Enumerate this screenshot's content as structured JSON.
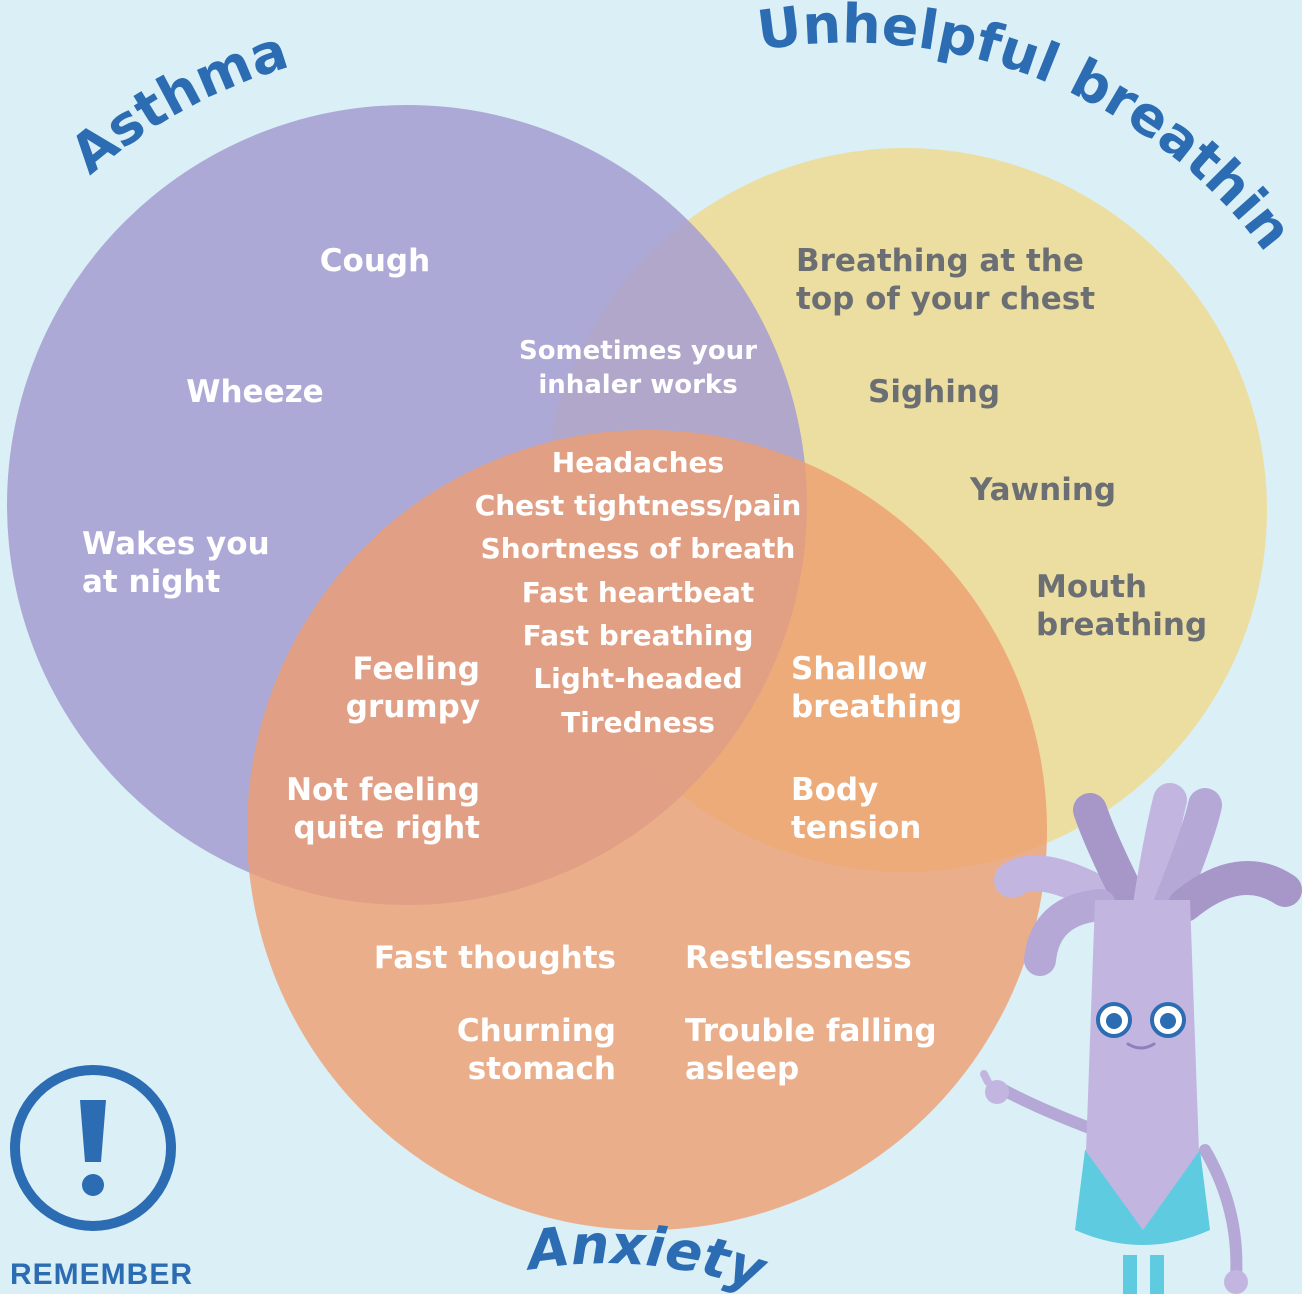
{
  "titles": {
    "asthma": "Asthma",
    "unhelpful": "Unhelpful breathing",
    "anxiety": "Anxiety"
  },
  "colors": {
    "background": "#daeff6",
    "asthma": "#ada5cc",
    "unhelpful": "#ecdea0",
    "anxiety": "#e6aa8b",
    "title_blue": "#2b6cb3"
  },
  "asthma_only": {
    "cough": "Cough",
    "wheeze": "Wheeze",
    "wakes": "Wakes you\nat night"
  },
  "asthma_unhelpful": {
    "inhaler": "Sometimes your\ninhaler works"
  },
  "unhelpful_only": {
    "top_chest": "Breathing at the\ntop of your chest",
    "sighing": "Sighing",
    "yawning": "Yawning",
    "mouth": "Mouth\nbreathing"
  },
  "center": [
    "Headaches",
    "Chest tightness/pain",
    "Shortness of breath",
    "Fast heartbeat",
    "Fast breathing",
    "Light-headed",
    "Tiredness"
  ],
  "asthma_anxiety": {
    "grumpy": "Feeling\ngrumpy",
    "not_right": "Not feeling\nquite right"
  },
  "unhelpful_anxiety": {
    "shallow": "Shallow\nbreathing",
    "tension": "Body\ntension"
  },
  "anxiety_only": {
    "fast_thoughts": "Fast thoughts",
    "restlessness": "Restlessness",
    "churning": "Churning\nstomach",
    "trouble": "Trouble falling\nasleep"
  },
  "remember": "REMEMBER"
}
